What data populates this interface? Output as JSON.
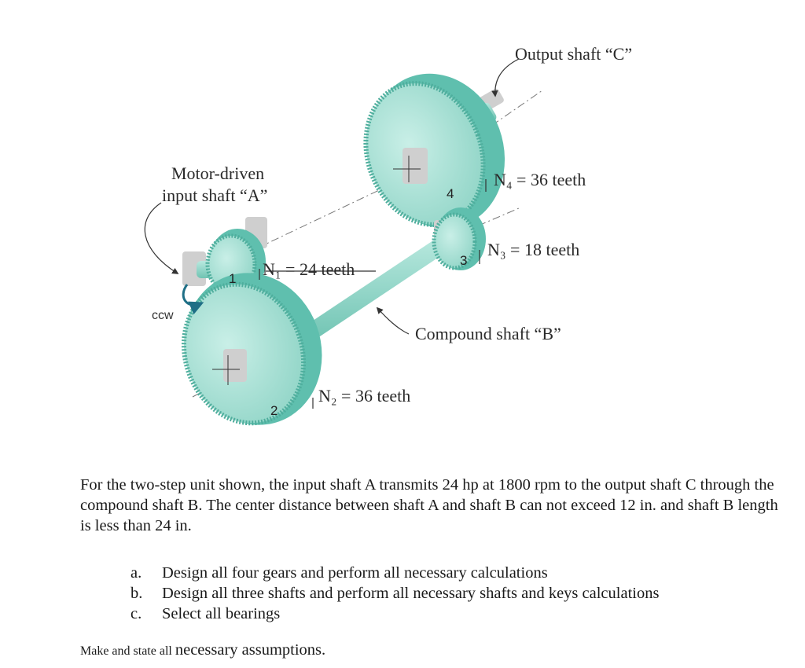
{
  "figure": {
    "labels": {
      "output_shaft": "Output shaft “C”",
      "motor_line1": "Motor-driven",
      "motor_line2": "input shaft “A”",
      "n1": "N₁ = 24 teeth",
      "n2": "N₂ = 36 teeth",
      "n3": "N₃ = 18 teeth",
      "n4": "N₄ = 36 teeth",
      "compound_shaft": "Compound shaft “B”",
      "rotation": "ccw"
    },
    "gear_numbers": {
      "g1": "1",
      "g2": "2",
      "g3": "3",
      "g4": "4"
    },
    "colors": {
      "gear_face": "#a9e0d6",
      "gear_rim": "#5fbfae",
      "shaft": "#8dd3c4",
      "bearing": "#c9c9c9",
      "arrow": "#1f6f86"
    }
  },
  "problem": {
    "statement": "For the two-step unit shown, the input shaft A transmits 24 hp at 1800 rpm to the output shaft C through the compound shaft B. The center distance between shaft A and shaft B can not exceed 12 in. and shaft B length is less than 24 in."
  },
  "tasks": [
    {
      "marker": "a.",
      "text": "Design all four gears and perform all necessary calculations"
    },
    {
      "marker": "b.",
      "text": "Design all three shafts and perform all necessary shafts and keys calculations"
    },
    {
      "marker": "c.",
      "text": "Select all bearings"
    }
  ],
  "note": {
    "prefix": "Make and state all",
    "suffix": "necessary assumptions."
  }
}
